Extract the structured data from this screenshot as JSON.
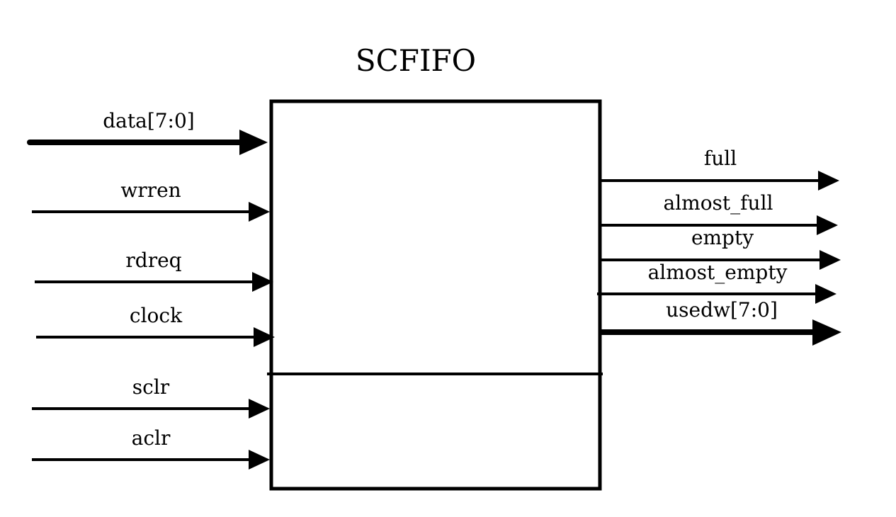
{
  "title": "SCFIFO",
  "inputs": [
    {
      "label": "data[7:0]",
      "bus": true
    },
    {
      "label": "wrren",
      "bus": false
    },
    {
      "label": "rdreq",
      "bus": false
    },
    {
      "label": "clock",
      "bus": false
    },
    {
      "label": "sclr",
      "bus": false
    },
    {
      "label": "aclr",
      "bus": false
    }
  ],
  "outputs": [
    {
      "label": "full",
      "bus": false
    },
    {
      "label": "almost_full",
      "bus": false
    },
    {
      "label": "empty",
      "bus": false
    },
    {
      "label": "almost_empty",
      "bus": false
    },
    {
      "label": "usedw[7:0]",
      "bus": true
    }
  ]
}
